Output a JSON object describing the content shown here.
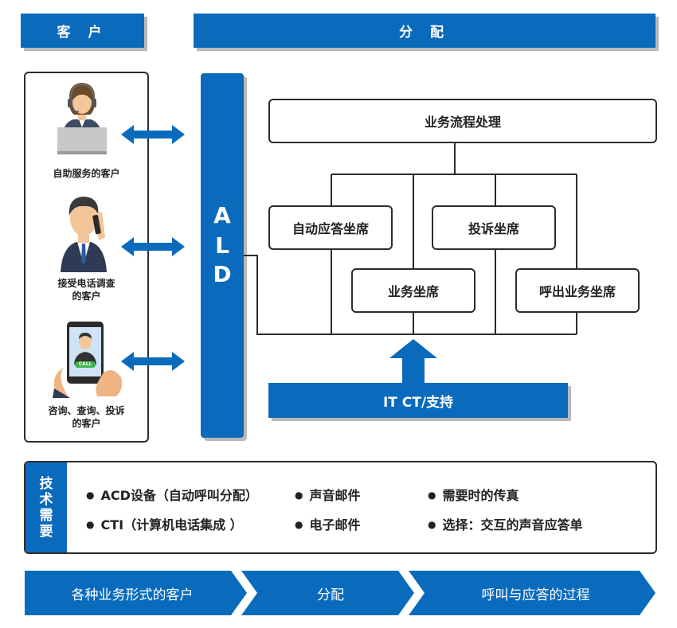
{
  "header": {
    "customer": "客 户",
    "distribution": "分 配"
  },
  "customers": [
    {
      "label": "自助服务的客户"
    },
    {
      "label": "接受电话调查\n的客户"
    },
    {
      "label": "咨询、查询、投诉\n的客户"
    }
  ],
  "ald": {
    "letters": [
      "A",
      "L",
      "D"
    ]
  },
  "process": {
    "top": "业务流程处理"
  },
  "seats": {
    "auto": "自动应答坐席",
    "complaint": "投诉坐席",
    "business": "业务坐席",
    "outbound": "呼出业务坐席"
  },
  "support": "IT CT/支持",
  "phone_badge": "CALL",
  "tech": {
    "title_chars": [
      "技",
      "术",
      "需",
      "要"
    ],
    "items": [
      "ACD设备（自动呼叫分配）",
      "声音邮件",
      "需要时的传真",
      "CTI（计算机电话集成 ）",
      "电子邮件",
      "选择：交互的声音应答单"
    ]
  },
  "flow": [
    "各种业务形式的客户",
    "分配",
    "呼叫与应答的过程"
  ],
  "colors": {
    "primary": "#0a6bbd",
    "border": "#2c2c2c",
    "shadow": "#b9b9b9"
  }
}
